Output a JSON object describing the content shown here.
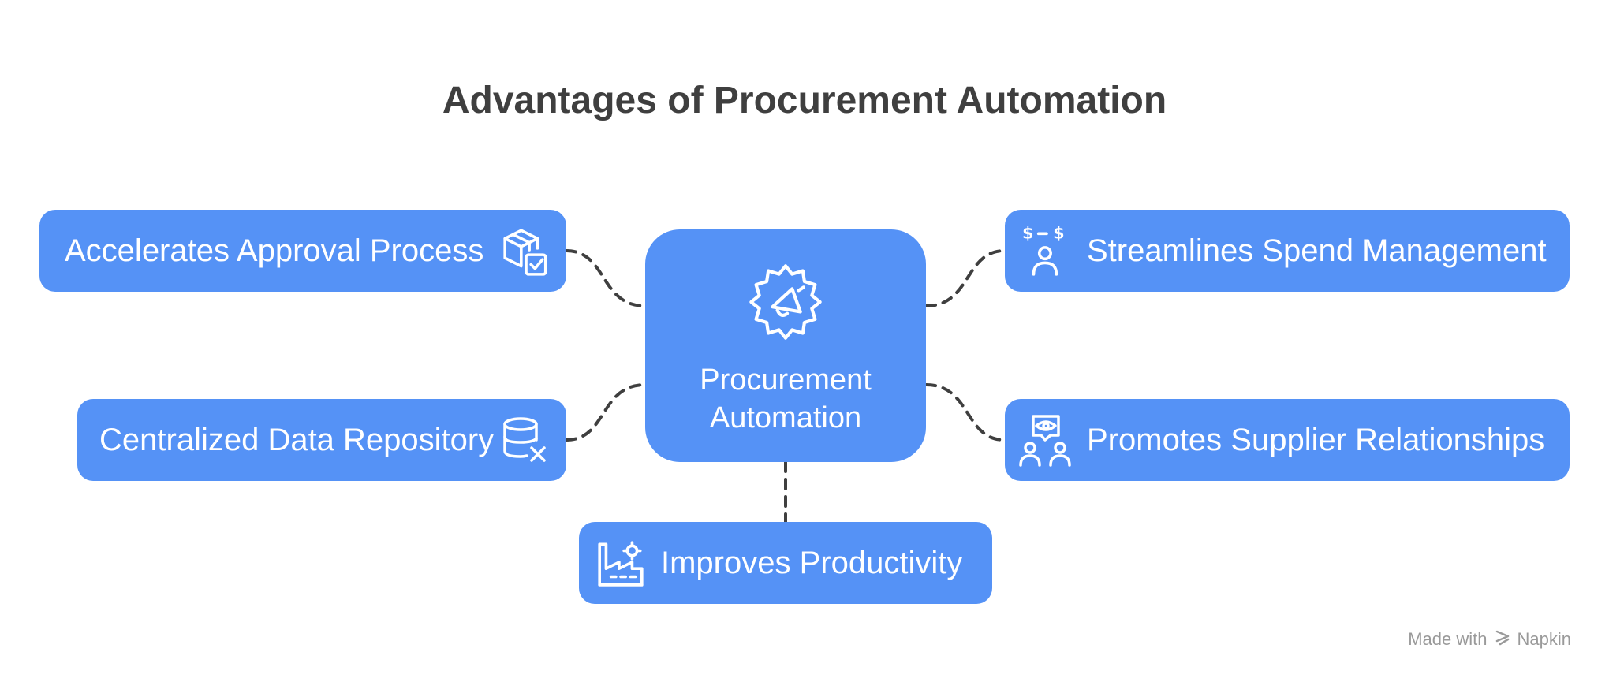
{
  "title": "Advantages of Procurement Automation",
  "center": {
    "label": "Procurement Automation",
    "icon": "gear-megaphone-icon"
  },
  "nodes": [
    {
      "label": "Accelerates Approval Process",
      "icon": "package-check-icon"
    },
    {
      "label": "Centralized Data Repository",
      "icon": "database-x-icon"
    },
    {
      "label": "Improves Productivity",
      "icon": "factory-gear-icon"
    },
    {
      "label": "Streamlines Spend Management",
      "icon": "money-person-icon"
    },
    {
      "label": "Promotes Supplier Relationships",
      "icon": "eye-people-icon"
    }
  ],
  "watermark": {
    "prefix": "Made with",
    "brand": "Napkin"
  },
  "colors": {
    "node": "#5592f6",
    "title": "#3f3f3f",
    "connector": "#3f3f3f",
    "watermark": "#9a9a9a"
  }
}
